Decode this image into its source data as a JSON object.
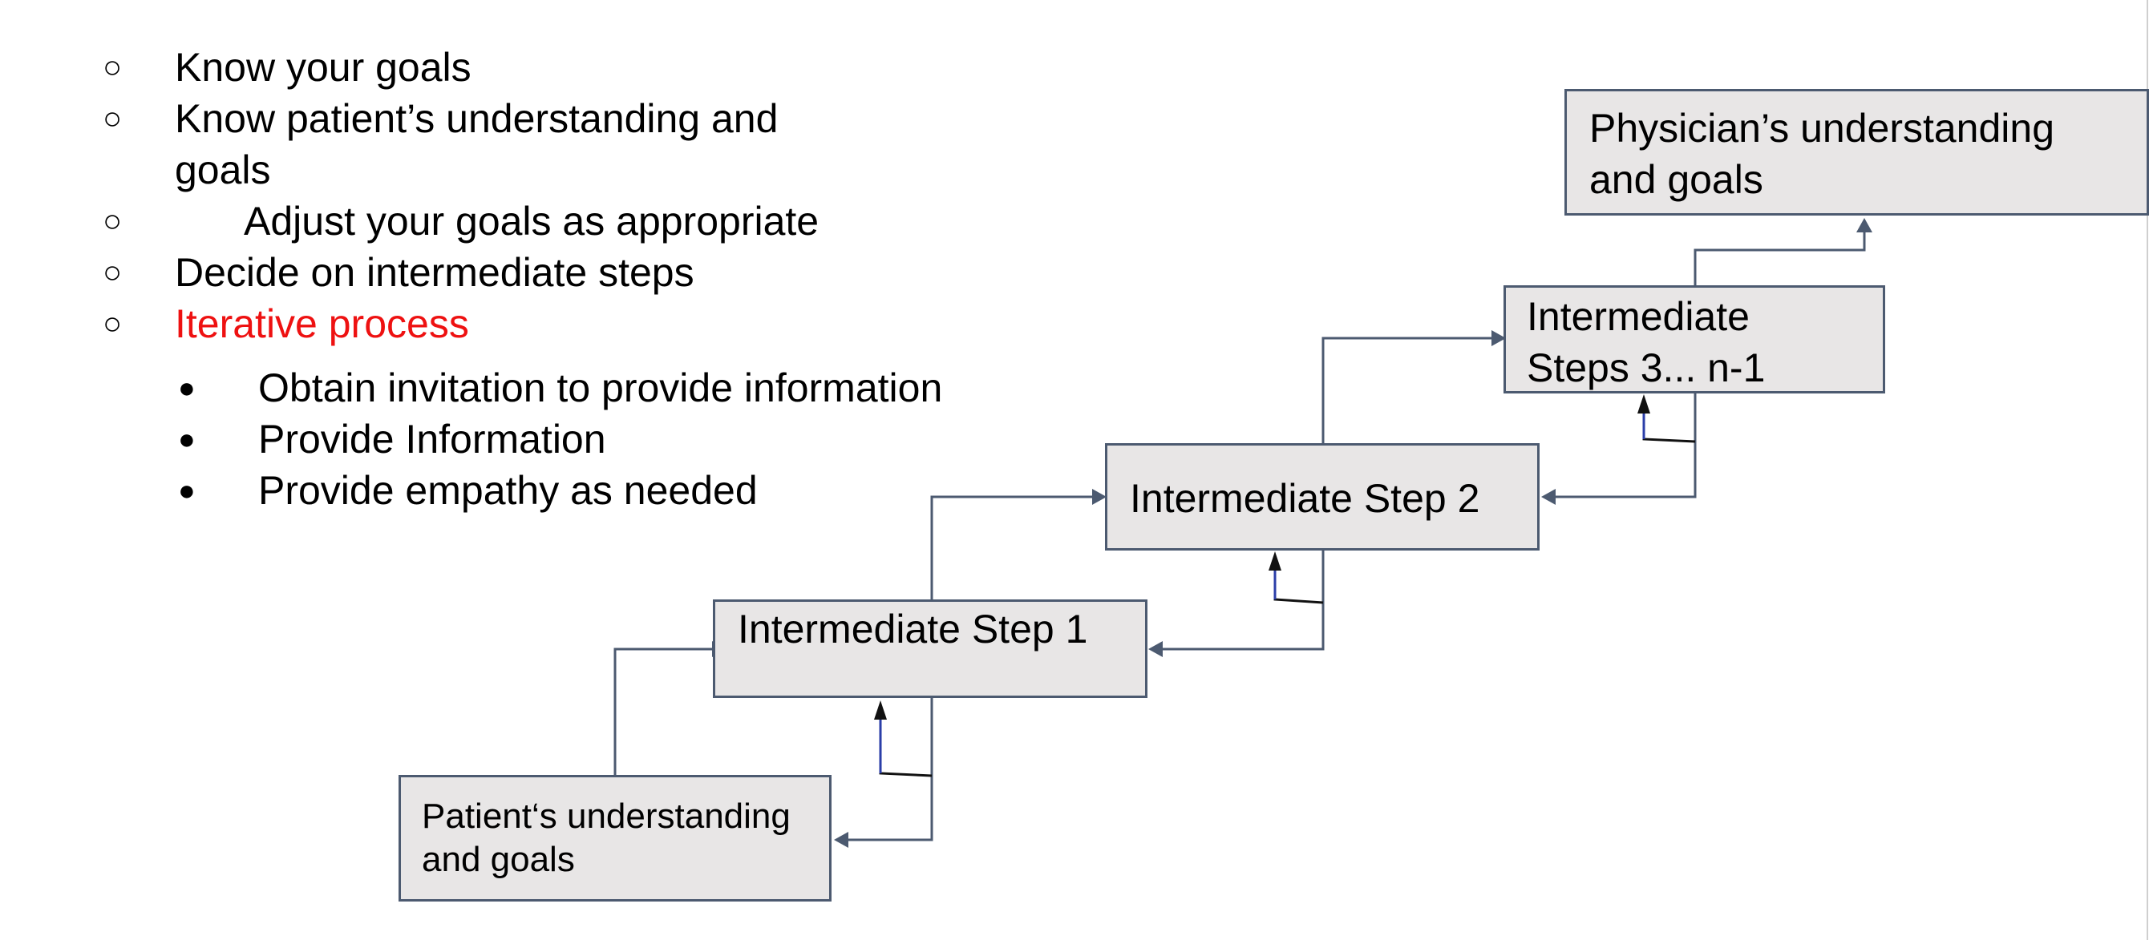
{
  "outline": {
    "items": [
      {
        "marker": "○",
        "text": "Know your goals"
      },
      {
        "marker": "○",
        "text": "Know patient’s understanding and",
        "text2": "goals"
      },
      {
        "marker": "○",
        "text": "Adjust your goals as appropriate"
      },
      {
        "marker": "○",
        "text": "Decide on intermediate steps"
      },
      {
        "marker": "○",
        "text": "Iterative process"
      }
    ],
    "subitems": [
      {
        "marker": "●",
        "text": "Obtain invitation to provide information"
      },
      {
        "marker": "●",
        "text": "Provide Information"
      },
      {
        "marker": "●",
        "text": "Provide empathy as needed"
      }
    ],
    "highlight_color": "#ee1111"
  },
  "boxes": {
    "patient": {
      "line1": "Patient‘s understanding",
      "line2": "and goals"
    },
    "step1": {
      "line1": "Intermediate Step 1"
    },
    "step2": {
      "line1": "Intermediate Step 2"
    },
    "step3": {
      "line1": "Intermediate",
      "line2": "Steps 3... n-1"
    },
    "physician": {
      "line1": "Physician’s understanding",
      "line2": "and goals"
    }
  },
  "colors": {
    "box_fill": "#e8e6e6",
    "box_border": "#4c5a70",
    "connector": "#4c5a70",
    "feedback_stem": "#2b3ea8"
  }
}
